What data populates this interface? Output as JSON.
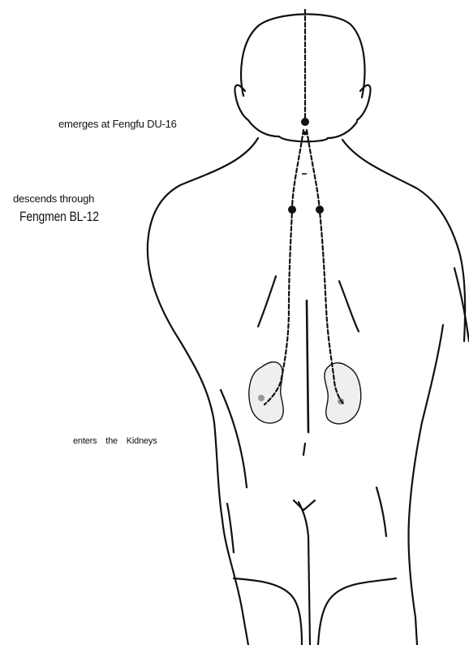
{
  "diagram": {
    "labels": {
      "fengfu": "emerges at Fengfu DU-16",
      "descends": "descends through",
      "fengmen": "Fengmen BL-12",
      "kidneys": "enters the Kidneys"
    },
    "colors": {
      "line": "#111111",
      "kidney_fill": "#e6e6e6",
      "background": "#ffffff"
    }
  }
}
